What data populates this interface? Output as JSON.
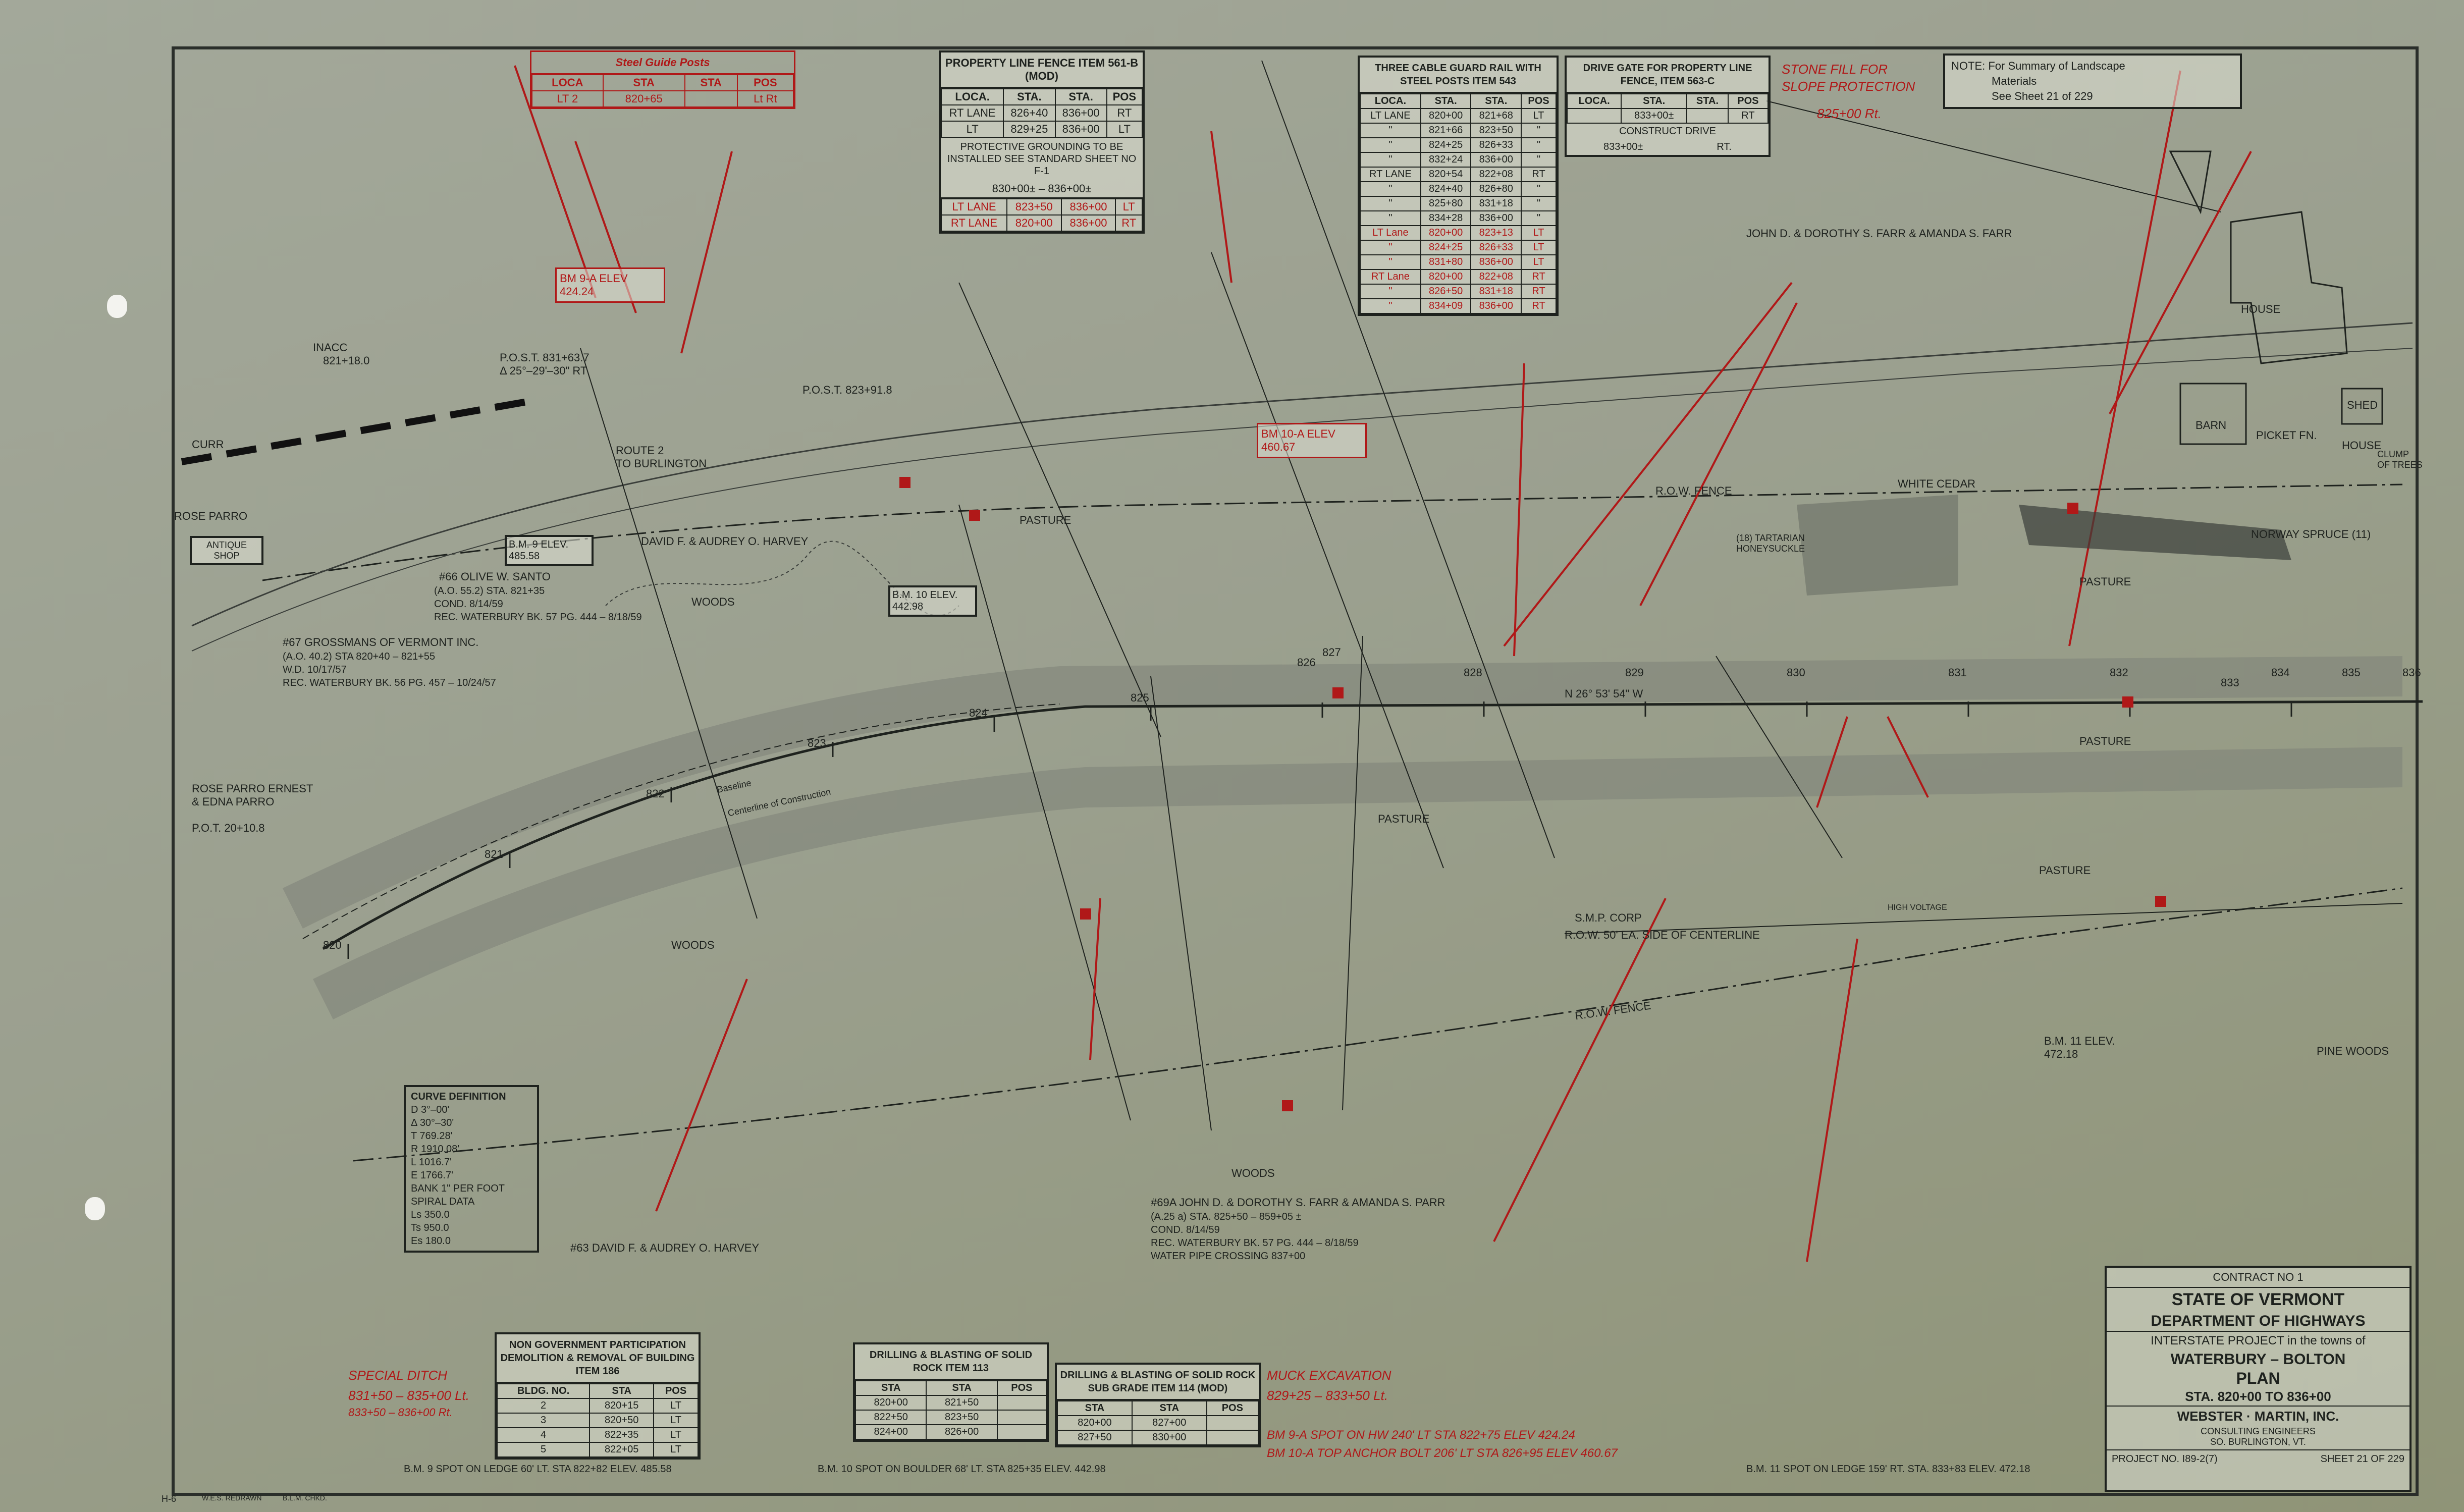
{
  "title_block": {
    "contract": "CONTRACT NO 1",
    "state": "STATE OF VERMONT",
    "department": "DEPARTMENT OF HIGHWAYS",
    "project": "INTERSTATE PROJECT in the towns of",
    "towns": "WATERBURY – BOLTON",
    "sheet_type": "PLAN",
    "stations": "STA. 820+00 TO 836+00",
    "engineers": "WEBSTER · MARTIN, INC.",
    "engineers_sub": "CONSULTING ENGINEERS",
    "engineers_city": "SO. BURLINGTON, VT.",
    "project_no": "PROJECT NO. I89-2(7)",
    "sheet": "SHEET 21 OF 229"
  },
  "note": {
    "line1": "NOTE: For Summary of Landscape",
    "line2": "Materials",
    "line3": "See Sheet 21 of 229"
  },
  "property_line_fence": {
    "title": "PROPERTY LINE FENCE ITEM 561-B (MOD)",
    "headers": [
      "LOCA.",
      "STA.",
      "STA.",
      "POS"
    ],
    "rows": [
      [
        "RT LANE",
        "826+40",
        "836+00",
        "RT"
      ],
      [
        "LT",
        "829+25",
        "836+00",
        "LT"
      ]
    ],
    "grounding": "PROTECTIVE GROUNDING TO BE INSTALLED SEE STANDARD SHEET NO F-1",
    "range": "830+00± – 836+00±",
    "red_rows": [
      [
        "LT LANE",
        "823+50",
        "836+00",
        "LT"
      ],
      [
        "RT LANE",
        "820+00",
        "836+00",
        "RT"
      ]
    ]
  },
  "guard_rail": {
    "title": "THREE CABLE GUARD RAIL WITH STEEL POSTS ITEM 543",
    "headers": [
      "LOCA.",
      "STA.",
      "STA.",
      "POS"
    ],
    "rows": [
      [
        "LT LANE",
        "820+00",
        "821+68",
        "LT"
      ],
      [
        "\"",
        "821+66",
        "823+50",
        "\""
      ],
      [
        "\"",
        "824+25",
        "826+33",
        "\""
      ],
      [
        "\"",
        "832+24",
        "836+00",
        "\""
      ],
      [
        "RT LANE",
        "820+54",
        "822+08",
        "RT"
      ],
      [
        "\"",
        "824+40",
        "826+80",
        "\""
      ],
      [
        "\"",
        "825+80",
        "831+18",
        "\""
      ],
      [
        "\"",
        "834+28",
        "836+00",
        "\""
      ],
      [
        "LT Lane",
        "820+00",
        "823+13",
        "LT"
      ],
      [
        "\"",
        "824+25",
        "826+33",
        "LT"
      ],
      [
        "\"",
        "831+80",
        "836+00",
        "LT"
      ],
      [
        "RT Lane",
        "820+00",
        "822+08",
        "RT"
      ],
      [
        "\"",
        "826+50",
        "831+18",
        "RT"
      ],
      [
        "\"",
        "834+09",
        "836+00",
        "RT"
      ]
    ]
  },
  "drive_gate": {
    "title": "DRIVE GATE FOR PROPERTY LINE FENCE, ITEM 563-C",
    "headers": [
      "LOCA.",
      "STA.",
      "STA.",
      "POS"
    ],
    "row": [
      "",
      "833+00±",
      "",
      "RT"
    ],
    "construct": "CONSTRUCT DRIVE",
    "construct_sta": "833+00±",
    "construct_pos": "RT."
  },
  "steel_guide_posts": {
    "title": "Steel Guide Posts",
    "headers": [
      "LOCA",
      "STA",
      "STA",
      "POS"
    ],
    "row": [
      "LT 2",
      "820+65",
      "",
      "Lt Rt"
    ]
  },
  "non_gov": {
    "title": "NON GOVERNMENT PARTICIPATION DEMOLITION & REMOVAL OF BUILDING ITEM 186",
    "headers": [
      "BLDG. NO.",
      "STA",
      "POS"
    ],
    "rows": [
      [
        "2",
        "820+15",
        "LT"
      ],
      [
        "3",
        "820+50",
        "LT"
      ],
      [
        "4",
        "822+35",
        "LT"
      ],
      [
        "5",
        "822+05",
        "LT"
      ]
    ]
  },
  "rock_113": {
    "title": "DRILLING & BLASTING OF SOLID ROCK ITEM 113",
    "headers": [
      "STA",
      "STA",
      "POS"
    ],
    "rows": [
      [
        "820+00",
        "821+50",
        ""
      ],
      [
        "822+50",
        "823+50",
        ""
      ],
      [
        "824+00",
        "826+00",
        ""
      ]
    ]
  },
  "rock_114": {
    "title": "DRILLING & BLASTING OF SOLID ROCK SUB GRADE ITEM 114 (MOD)",
    "headers": [
      "STA",
      "STA",
      "POS"
    ],
    "rows": [
      [
        "820+00",
        "827+00",
        ""
      ],
      [
        "827+50",
        "830+00",
        ""
      ]
    ]
  },
  "curve_data": {
    "title": "CURVE DEFINITION",
    "lines": [
      "D 3°–00'",
      "Δ 30°–30'",
      "T 769.28'",
      "R 1910.08'",
      "L 1016.7'",
      "E 1766.7'",
      "BANK 1\" PER FOOT",
      "SPIRAL DATA",
      "Ls 350.0",
      "Ts 950.0",
      "Es 180.0"
    ]
  },
  "benchmarks": {
    "bm9": "B.M. 9 SPOT ON LEDGE 60' LT. STA 822+82 ELEV. 485.58",
    "bm10": "B.M. 10 SPOT ON BOULDER 68' LT. STA 825+35 ELEV. 442.98",
    "bm11": "B.M. 11 SPOT ON LEDGE 159' RT. STA. 833+83 ELEV. 472.18",
    "bm9a_box": "BM 9-A ELEV 424.24",
    "bm10a_box": "BM 10-A ELEV 460.67",
    "bm11_label": "B.M. 11 ELEV. 472.18",
    "bm9_box": "B.M. 9 ELEV. 485.58",
    "bm10_box": "B.M. 10 ELEV. 442.98",
    "bm9a_note": "BM 9-A SPOT ON HW 240' LT STA 822+75 ELEV 424.24",
    "bm10a_note": "BM 10-A TOP ANCHOR BOLT 206' LT STA 826+95 ELEV 460.67"
  },
  "red_notes": {
    "stone_fill": "STONE FILL FOR SLOPE PROTECTION",
    "stone_fill_sta": "825+00 Rt.",
    "muck": "MUCK EXCAVATION",
    "muck_sta": "829+25 – 833+50 Lt.",
    "special_ditch": "SPECIAL DITCH",
    "special_ditch_1": "831+50 – 835+00 Lt.",
    "special_ditch_2": "833+50 – 836+00 Rt."
  },
  "owners": {
    "farr": "JOHN D. & DOROTHY S. FARR & AMANDA S. FARR",
    "harvey_top": "DAVID F. & AUDREY O. HARVEY",
    "harvey_bottom": "#63 DAVID F. & AUDREY O. HARVEY",
    "rose_parro": "ROSE PARRO",
    "rose_ernest": "ROSE PARRO ERNEST & EDNA PARRO",
    "antique": "ANTIQUE SHOP",
    "santo": "#66 OLIVE W. SANTO",
    "santo_2": "(A.O. 55.2) STA. 821+35",
    "santo_3": "COND. 8/14/59",
    "santo_4": "REC. WATERBURY BK. 57 PG. 444 – 8/18/59",
    "grossmans": "#67 GROSSMANS OF VERMONT INC.",
    "grossmans_2": "(A.O. 40.2) STA 820+40 – 821+55",
    "grossmans_3": "W.D. 10/17/57",
    "grossmans_4": "REC. WATERBURY BK. 56 PG. 457 – 10/24/57",
    "farr69": "#69A JOHN D. & DOROTHY S. FARR & AMANDA S. PARR",
    "farr69_2": "(A.25 a) STA. 825+50 – 859+05 ±",
    "farr69_3": "COND. 8/14/59",
    "farr69_4": "REC. WATERBURY BK. 57 PG. 444 – 8/18/59",
    "farr69_5": "WATER PIPE CROSSING 837+00"
  },
  "map_labels": {
    "pasture": "PASTURE",
    "woods": "WOODS",
    "row_fence": "R.O.W. FENCE",
    "smp_corp": "S.M.P. CORP",
    "high_voltage": "HIGH VOLTAGE",
    "row_50": "R.O.W. 50' EA. SIDE OF CENTERLINE",
    "bearing": "N 26° 53' 54\" W",
    "route2": "ROUTE 2",
    "to_burlington": "TO BURLINGTON",
    "pot": "P.O.T. 20+10.8",
    "inacc": "INACC",
    "inacc_sta": "821+18.0",
    "post_831": "P.O.S.T. 831+63.7",
    "post_831_b": "Δ 25°–29'–30\" RT",
    "post_823": "P.O.S.T. 823+91.8",
    "house": "HOUSE",
    "barn": "BARN",
    "shed": "SHED",
    "clump": "CLUMP OF TREES",
    "norway": "NORWAY SPRUCE (11)",
    "picket": "PICKET FN.",
    "white_cedar": "WHITE CEDAR",
    "honeysuckle": "(18) TARTARIAN HONEYSUCKLE",
    "pine_woods": "PINE WOODS",
    "curr": "CURR",
    "baseline": "Baseline",
    "centerline": "Centerline of Construction",
    "stations": [
      "820",
      "821",
      "822",
      "823",
      "824",
      "825",
      "826",
      "827",
      "828",
      "829",
      "830",
      "831",
      "832",
      "833",
      "834",
      "835",
      "836"
    ]
  },
  "footer": {
    "left": "H-6",
    "left_2": "W.E.S. REDRAWN",
    "left_3": "B.L.M. CHKD."
  },
  "colors": {
    "paper": "#9ba08f",
    "ink": "#1e221e",
    "red": "#b01818",
    "lane": "#7a7f74"
  }
}
